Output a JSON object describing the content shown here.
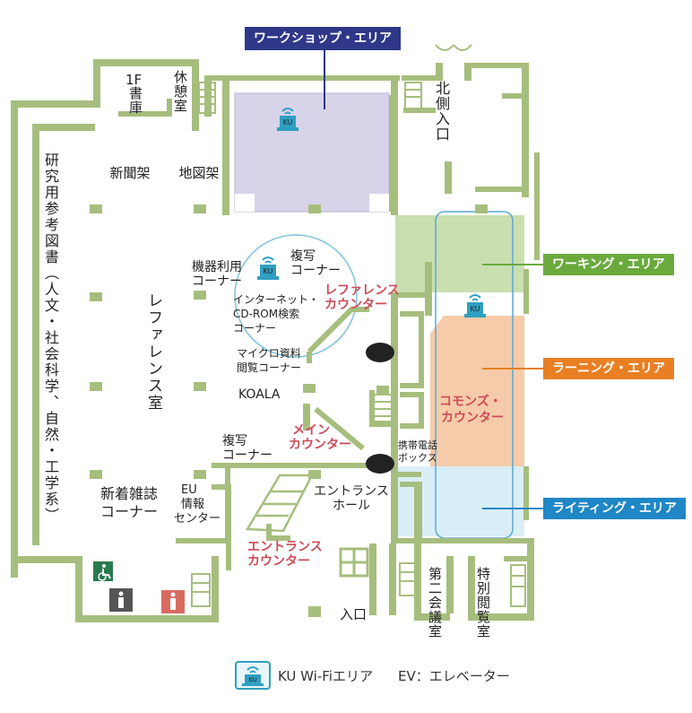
{
  "colors": {
    "wall": "#a6be7d",
    "workshop": "#d7d4ea",
    "working": "#c9dfb0",
    "learning": "#f6cba9",
    "writing": "#daeef8",
    "workshop_tag": "#2e3788",
    "working_tag": "#6aaa3d",
    "learning_tag": "#e97f23",
    "writing_tag": "#1f87c6",
    "wifi": "#2f9fc1",
    "counter_text": "#cc4b58"
  },
  "areas": {
    "workshop": "ワークショップ・エリア",
    "working": "ワーキング・エリア",
    "learning": "ラーニング・エリア",
    "writing": "ライティング・エリア"
  },
  "rooms": {
    "stack_1f": "1F書庫",
    "lounge": "休憩室",
    "north_entrance": "北側入口",
    "reference_books": "研究用参考図書（人文・社会科学、自然・工学系）",
    "reference_room": "レファレンス室",
    "second_meeting": "第二会議室",
    "special_reading": "特別閲覧室"
  },
  "labels": {
    "newspaper": "新聞架",
    "map_rack": "地図架",
    "equipment_line1": "機器利用",
    "equipment_line2": "コーナー",
    "copy_line1": "複写",
    "copy_line2": "コーナー",
    "internet_line1": "インターネット・",
    "internet_line2": "CD-ROM検索",
    "internet_line3": "コーナー",
    "micro_line1": "マイクロ資料",
    "micro_line2": "閲覧コーナー",
    "koala": "KOALA",
    "copy2_line1": "複写",
    "copy2_line2": "コーナー",
    "new_mag_line1": "新着雑誌",
    "new_mag_line2": "コーナー",
    "eu_line1": "EU",
    "eu_line2": "情報",
    "eu_line3": "センター",
    "entrance_hall_line1": "エントランス",
    "entrance_hall_line2": "ホール",
    "phone_line1": "携帯電話",
    "phone_line2": "ボックス",
    "entrance": "入口",
    "ev": "EV"
  },
  "counters": {
    "reference_line1": "レファレンス",
    "reference_line2": "カウンター",
    "main_line1": "メイン",
    "main_line2": "カウンター",
    "commons_line1": "コモンズ・",
    "commons_line2": "カウンター",
    "entrance_line1": "エントランス",
    "entrance_line2": "カウンター"
  },
  "icons": {
    "wifi": "wifi-laptop-icon",
    "accessible": "wheelchair-icon",
    "info": "info-icon",
    "toilet": "toilet-icon"
  },
  "wifi_badge": "KU",
  "legend": {
    "wifi_label": "KU Wi-Fiエリア",
    "ev_label": "EV：エレベーター"
  }
}
